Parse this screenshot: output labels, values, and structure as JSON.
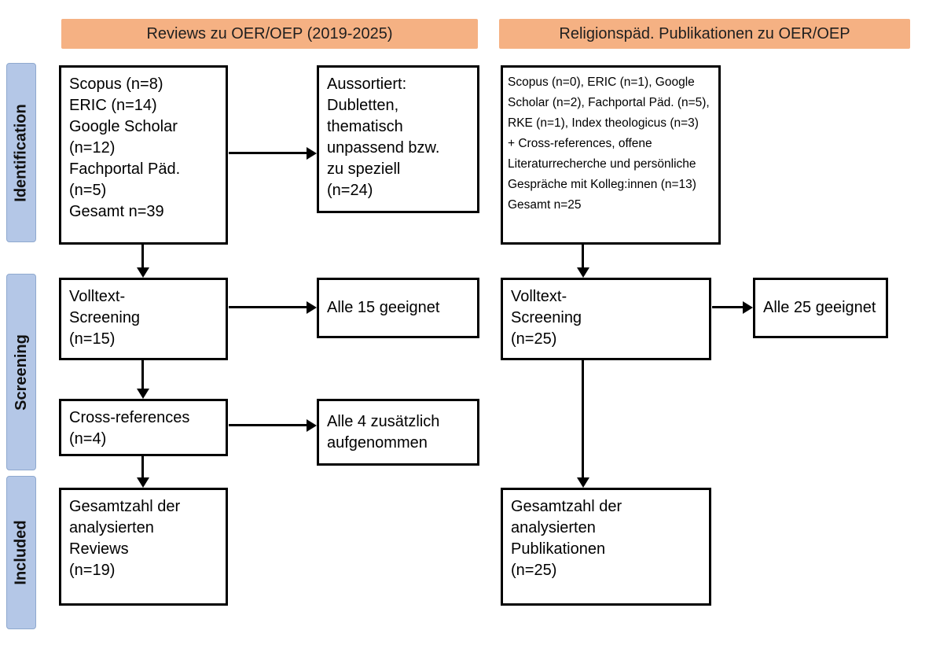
{
  "colors": {
    "header_bg": "#f5b183",
    "stage_bg": "#b4c7e7",
    "stage_border": "#8fa9cf",
    "box_border": "#000000",
    "arrow": "#000000"
  },
  "headers": {
    "left": "Reviews zu OER/OEP (2019-2025)",
    "right": "Religionspäd. Publikationen zu OER/OEP"
  },
  "stages": {
    "identification": "Identification",
    "screening": "Screening",
    "included": "Included"
  },
  "left_flow": {
    "sources": "Scopus (n=8)\nERIC (n=14)\nGoogle Scholar\n(n=12)\nFachportal Päd.\n(n=5)\nGesamt n=39",
    "excluded": "Aussortiert:\nDubletten,\nthematisch\nunpassend bzw.\nzu speziell\n(n=24)",
    "fulltext": "Volltext-\nScreening\n(n=15)",
    "fulltext_result": "Alle 15 geeignet",
    "crossref": "Cross-references\n(n=4)",
    "crossref_result": "Alle 4 zusätzlich\naufgenommen",
    "included": "Gesamtzahl der\nanalysierten\nReviews\n(n=19)"
  },
  "right_flow": {
    "sources": "Scopus (n=0), ERIC (n=1), Google Scholar (n=2), Fachportal Päd. (n=5), RKE (n=1), Index theologicus (n=3)\n+ Cross-references, offene Literaturrecherche und persönliche Gespräche mit Kolleg:innen (n=13)\nGesamt n=25",
    "fulltext": "Volltext-\nScreening\n(n=25)",
    "fulltext_result": "Alle 25 geeignet",
    "included": "Gesamtzahl der\nanalysierten\nPublikationen\n(n=25)"
  }
}
